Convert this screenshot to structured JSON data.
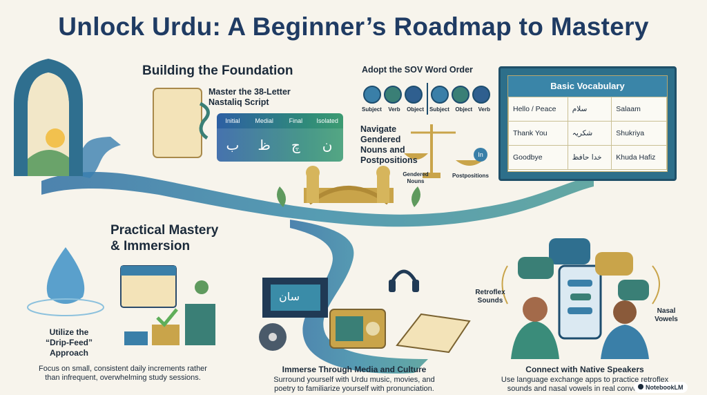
{
  "title": "Unlock Urdu: A Beginner’s Roadmap to Mastery",
  "section1": {
    "heading": "Building the Foundation",
    "script_label": "Master the 38-Letter Nastaliq Script",
    "script_forms": {
      "headers": [
        "Initial",
        "Medial",
        "Final",
        "Isolated"
      ],
      "letters": [
        "ب",
        "ظ",
        "چ",
        "ن"
      ]
    },
    "sov_title": "Adopt the SOV Word Order",
    "sov_urdu": [
      "Subject",
      "Object",
      "Verb"
    ],
    "sov_english": [
      "Subject",
      "Verb",
      "Object"
    ],
    "gender_title": "Navigate Gendered Nouns and Postpositions",
    "gender_labels": [
      "Gendered Nouns",
      "Postpositions"
    ],
    "postposition_badge": "In"
  },
  "vocab": {
    "title": "Basic Vocabulary",
    "rows": [
      [
        "Hello / Peace",
        "سلام",
        "Salaam"
      ],
      [
        "Thank You",
        "شکریہ",
        "Shukriya"
      ],
      [
        "Goodbye",
        "خدا حافظ",
        "Khuda Hafiz"
      ]
    ]
  },
  "section2": {
    "heading_line1": "Practical Mastery",
    "heading_line2": "& Immersion",
    "drip": {
      "title_line1": "Utilize the",
      "title_line2": "“Drip-Feed”",
      "title_line3": "Approach",
      "desc_line1": "Focus on small, consistent daily increments rather",
      "desc_line2": "than infrequent, overwhelming study sessions."
    },
    "media": {
      "title": "Immerse Through Media and Culture",
      "desc_line1": "Surround yourself with Urdu music, movies, and",
      "desc_line2": "poetry to familiarize yourself with pronunciation.",
      "film_text": "سان"
    },
    "speakers": {
      "title": "Connect with Native Speakers",
      "desc_line1": "Use language exchange apps to practice retroflex",
      "desc_line2": "sounds and nasal vowels in real conversation.",
      "left_label_line1": "Retroflex",
      "left_label_line2": "Sounds",
      "right_label_line1": "Nasal",
      "right_label_line2": "Vowels"
    }
  },
  "brand": "NotebookLM",
  "colors": {
    "title": "#1f3b63",
    "river": "#3a82a8",
    "teal": "#2f8a7a",
    "gold": "#c9a44a"
  }
}
